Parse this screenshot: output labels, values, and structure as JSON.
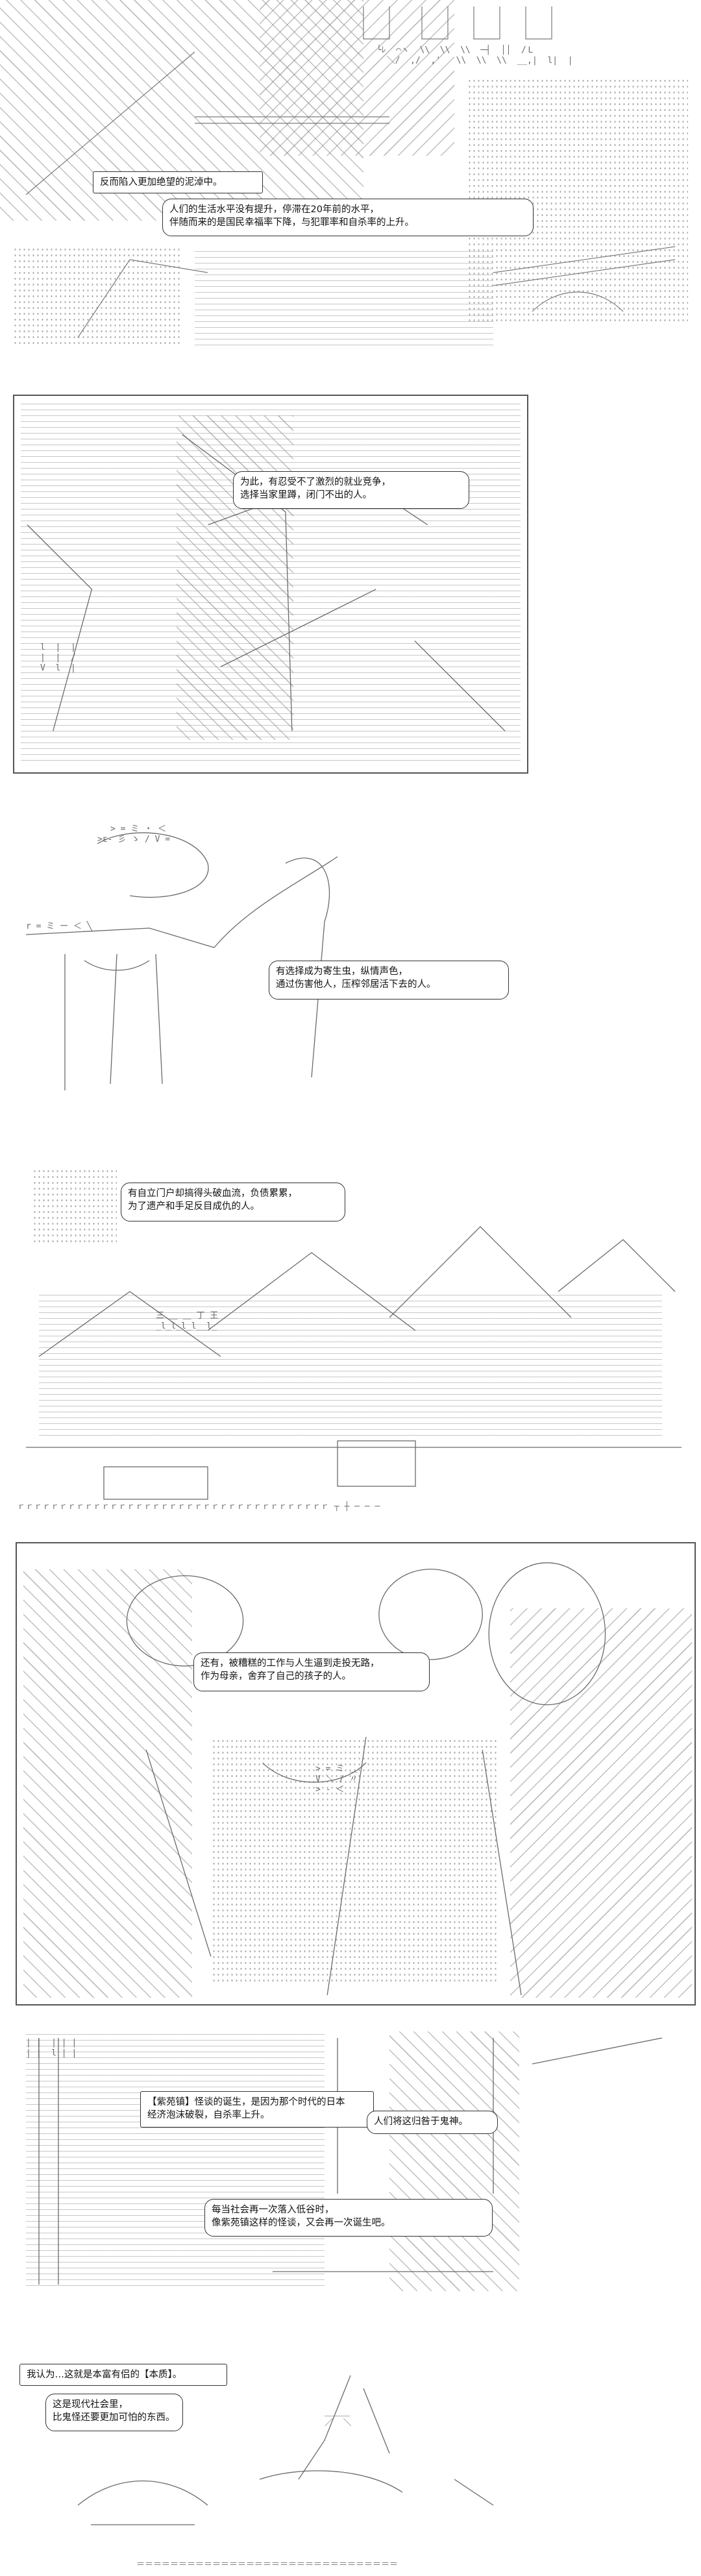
{
  "panels": {
    "p1": {
      "captions": [
        "反而陷入更加绝望的泥淖中。"
      ],
      "bubbles": [
        "人们的生活水平没有提升，停滞在20年前的水平，\n伴随而来的是国民幸福率下降，与犯罪率和自杀率的上升。"
      ]
    },
    "p2": {
      "bubbles": [
        "为此，有忍受不了激烈的就业竞争，\n选择当家里蹲，闭门不出的人。"
      ]
    },
    "p3": {
      "bubbles": [
        "有选择成为寄生虫，纵情声色，\n通过伤害他人，压榨邻居活下去的人。"
      ]
    },
    "p4": {
      "bubbles": [
        "有自立门户却搞得头破血流，负债累累，\n为了遗产和手足反目成仇的人。"
      ]
    },
    "p5": {
      "bubbles": [
        "还有，被糟糕的工作与人生逼到走投无路，\n作为母亲，舍弃了自己的孩子的人。"
      ]
    },
    "p6": {
      "bubbles": [
        "【紫苑镇】怪谈的诞生，是因为那个时代的日本\n经济泡沫破裂，自杀率上升。",
        "人们将这归咎于鬼神。",
        "每当社会再一次落入低谷时，\n像紫苑镇这样的怪谈，又会再一次诞生吧。"
      ]
    },
    "p7": {
      "captions": [
        "我认为…这就是本富有侣的【本质】。"
      ],
      "bubbles": [
        "这是现代社会里，\n比鬼怪还要更加可怕的东西。"
      ]
    }
  },
  "aa_lines": {
    "p1_top": [
      "└ﾚ  ⌒ヽ  \\\\  \\\\  \\\\  ─┤  ││  /Ｌ",
      "  ＼/  ,/  ,'   \\\\  \\\\  \\\\  __,|  l|  |"
    ],
    "p2_art": [
      "l  |  |",
      "|  |  /",
      "V  l  |"
    ],
    "p3_figure": [
      "> = ミ ・ ＜",
      ">ε- 彡 ゝ / V =",
      "r = ミ ー ＜ ╲"
    ],
    "p4_house": [
      "三 ＿ ＿ 丁 王",
      "_l_l_l_l__l_"
    ],
    "p5_art": [
      "> = ミ ＿",
      "V ＼ / 〃",
      "> - ＜"
    ],
    "p6_art": [
      "| |  | | |",
      "| |  l | |"
    ],
    "p7_art": [
      "＿＿＿",
      "／  ＼"
    ]
  },
  "baselines": {
    "p4_footer": "ｒｒｒｒｒｒｒｒｒｒｒｒｒｒｒｒｒｒｒｒｒｒｒｒｒｒｒｒｒｒｒｒｒｒｒｒｒ ┬ ┼ ─ ─ ─",
    "p7_footer": "＝＝＝＝＝＝＝＝＝＝＝＝＝＝＝＝＝＝＝＝＝＝＝＝＝＝＝＝＝＝＝"
  }
}
